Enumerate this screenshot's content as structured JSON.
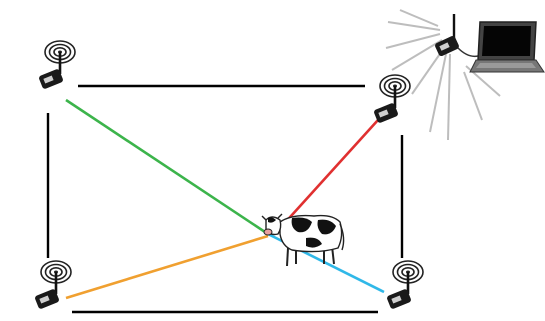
{
  "diagram": {
    "nodes": [
      {
        "id": "node-top-left",
        "icon": "wireless-sensor-icon"
      },
      {
        "id": "node-top-right",
        "icon": "wireless-sensor-icon"
      },
      {
        "id": "node-bottom-left",
        "icon": "wireless-sensor-icon"
      },
      {
        "id": "node-bottom-right",
        "icon": "wireless-sensor-icon"
      },
      {
        "id": "gateway",
        "icon": "wireless-sensor-icon"
      }
    ],
    "links": [
      {
        "name": "link-top-left-to-bottom-right",
        "color": "#3cb44b"
      },
      {
        "name": "link-top-right-to-cow",
        "color": "#e03030"
      },
      {
        "name": "link-bottom-left-to-cow",
        "color": "#f0a030"
      },
      {
        "name": "link-cow-to-bottom-right",
        "color": "#30b8e8"
      }
    ],
    "target": {
      "icon": "cow-icon"
    },
    "base_station": {
      "icon": "laptop-icon"
    }
  }
}
